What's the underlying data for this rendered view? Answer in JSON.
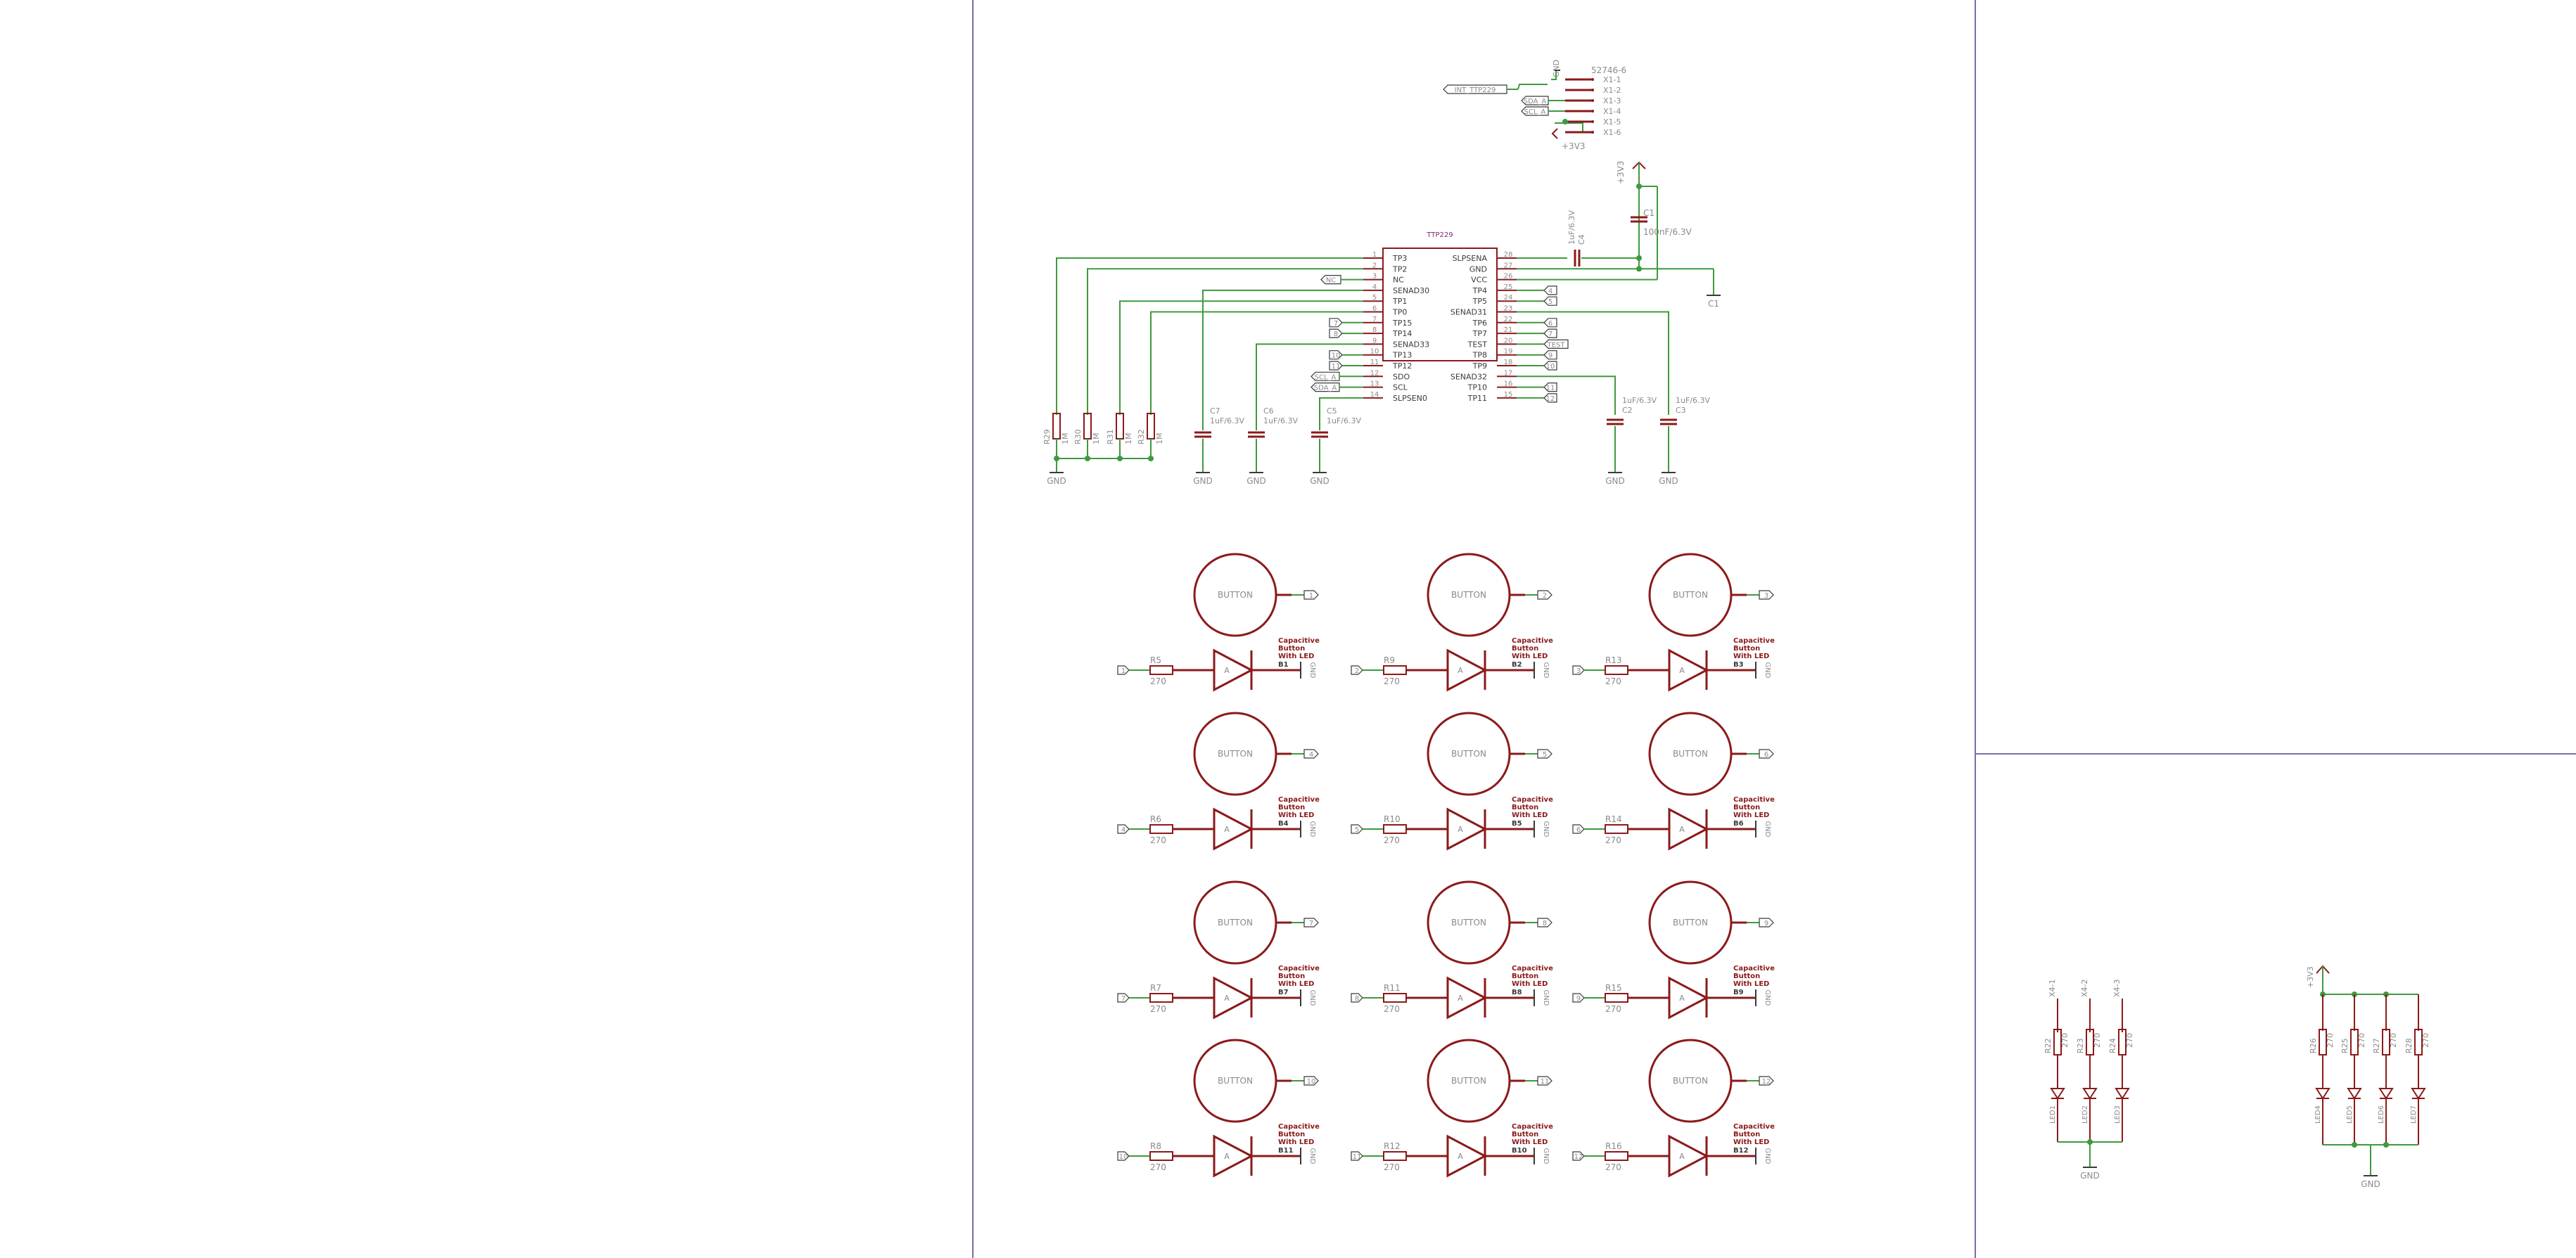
{
  "colors": {
    "frame": "#7a6da6",
    "wire": "#3f9a3f",
    "part": "#8b1a1a",
    "label": "#8a8a8a",
    "dark": "#3a3a3a",
    "junction": "#3f9a3f"
  },
  "header": {
    "net_label": "INT_TTP229",
    "part_name": "52746-6",
    "sda": "SDA_A",
    "scl": "SCL_A",
    "gnd": "GND",
    "vcc": "+3V3",
    "pins": [
      "X1-1",
      "X1-2",
      "X1-3",
      "X1-4",
      "X1-5",
      "X1-6"
    ]
  },
  "ic": {
    "name": "TTP229",
    "left_pins": [
      {
        "num": "1",
        "name": "TP3"
      },
      {
        "num": "2",
        "name": "TP2"
      },
      {
        "num": "3",
        "name": "NC"
      },
      {
        "num": "4",
        "name": "SENAD30"
      },
      {
        "num": "5",
        "name": "TP1"
      },
      {
        "num": "6",
        "name": "TP0"
      },
      {
        "num": "7",
        "name": "TP15"
      },
      {
        "num": "8",
        "name": "TP14"
      },
      {
        "num": "9",
        "name": "SENAD33"
      },
      {
        "num": "10",
        "name": "TP13"
      },
      {
        "num": "11",
        "name": "TP12"
      },
      {
        "num": "12",
        "name": "SDO"
      },
      {
        "num": "13",
        "name": "SCL"
      },
      {
        "num": "14",
        "name": "SLPSEN0"
      }
    ],
    "right_pins": [
      {
        "num": "28",
        "name": "SLPSENA"
      },
      {
        "num": "27",
        "name": "GND"
      },
      {
        "num": "26",
        "name": "VCC"
      },
      {
        "num": "25",
        "name": "TP4"
      },
      {
        "num": "24",
        "name": "TP5"
      },
      {
        "num": "23",
        "name": "SENAD31"
      },
      {
        "num": "22",
        "name": "TP6"
      },
      {
        "num": "21",
        "name": "TP7"
      },
      {
        "num": "20",
        "name": "TEST"
      },
      {
        "num": "19",
        "name": "TP8"
      },
      {
        "num": "18",
        "name": "TP9"
      },
      {
        "num": "17",
        "name": "SENAD32"
      },
      {
        "num": "16",
        "name": "TP10"
      },
      {
        "num": "15",
        "name": "TP11"
      }
    ],
    "left_flags": [
      "NC",
      "7",
      "8",
      "10",
      "11",
      "SCL_A",
      "SDA_A"
    ],
    "right_flags": [
      "TEST",
      "4",
      "5",
      "6",
      "7",
      "9",
      "10",
      "11",
      "12"
    ]
  },
  "caps": [
    {
      "ref": "C1",
      "value": "100nF/6.3V"
    },
    {
      "ref": "C4",
      "value": "1uF/6.3V"
    },
    {
      "ref": "C2",
      "value": "1uF/6.3V"
    },
    {
      "ref": "C3",
      "value": "1uF/6.3V"
    },
    {
      "ref": "C7",
      "value": "1uF/6.3V"
    },
    {
      "ref": "C6",
      "value": "1uF/6.3V"
    },
    {
      "ref": "C5",
      "value": "1uF/6.3V"
    }
  ],
  "pulldowns": [
    {
      "ref": "R29",
      "value": "1M"
    },
    {
      "ref": "R30",
      "value": "1M"
    },
    {
      "ref": "R31",
      "value": "1M"
    },
    {
      "ref": "R32",
      "value": "1M"
    }
  ],
  "cells": [
    {
      "flag": "1",
      "ref": "B1",
      "res": "R5",
      "val": "270",
      "in": "1"
    },
    {
      "flag": "2",
      "ref": "B2",
      "res": "R9",
      "val": "270",
      "in": "2"
    },
    {
      "flag": "3",
      "ref": "B3",
      "res": "R13",
      "val": "270",
      "in": "3"
    },
    {
      "flag": "4",
      "ref": "B4",
      "res": "R6",
      "val": "270",
      "in": "4"
    },
    {
      "flag": "5",
      "ref": "B5",
      "res": "R10",
      "val": "270",
      "in": "5"
    },
    {
      "flag": "6",
      "ref": "B6",
      "res": "R14",
      "val": "270",
      "in": "6"
    },
    {
      "flag": "7",
      "ref": "B7",
      "res": "R7",
      "val": "270",
      "in": "7"
    },
    {
      "flag": "8",
      "ref": "B8",
      "res": "R11",
      "val": "270",
      "in": "8"
    },
    {
      "flag": "9",
      "ref": "B9",
      "res": "R15",
      "val": "270",
      "in": "9"
    },
    {
      "flag": "10",
      "ref": "B11",
      "res": "R8",
      "val": "270",
      "in": "10"
    },
    {
      "flag": "11",
      "ref": "B10",
      "res": "R12",
      "val": "270",
      "in": "11"
    },
    {
      "flag": "12",
      "ref": "B12",
      "res": "R16",
      "val": "270",
      "in": "12"
    }
  ],
  "button_text": {
    "label": "BUTTON",
    "desc": [
      "Capacitive",
      "Button",
      "With LED"
    ],
    "anode": "A",
    "gnd": "GND"
  },
  "leds_left": {
    "nets": [
      "X4-1",
      "X4-2",
      "X4-3"
    ],
    "res": [
      "R22",
      "R23",
      "R24"
    ],
    "leds": [
      "LED1",
      "LED2",
      "LED3"
    ],
    "gnd": "GND"
  },
  "leds_right": {
    "vcc": "+3V3",
    "res": [
      "R26",
      "R25",
      "R27",
      "R28"
    ],
    "leds": [
      "LED4",
      "LED5",
      "LED6",
      "LED7"
    ],
    "gnd": "GND"
  }
}
